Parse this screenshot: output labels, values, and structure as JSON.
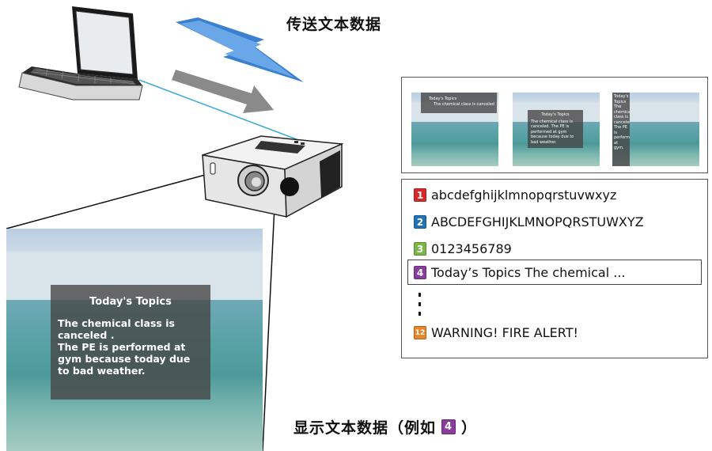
{
  "captions": {
    "send": "传送文本数据",
    "display_prefix": "显示文本数据（例如",
    "display_badge": "4",
    "display_suffix": "）"
  },
  "screen_overlay": {
    "title": "Today's Topics",
    "lines": [
      "The chemical class is",
      "canceled .",
      "The PE is performed at",
      "gym because today due",
      "to bad weather."
    ]
  },
  "thumbnails": [
    {
      "line1": "Today's Topics",
      "line2": "The chemical class is canceled"
    },
    {
      "title": "Today's Topics",
      "body": "The chemical class is canceled. The PE is performed at gym because today due to bad weather."
    },
    {
      "text": "Today's Topics The chemical class is canceled. The PE is performed at gym."
    }
  ],
  "text_list": [
    {
      "number": "1",
      "text": "abcdefghijklmnopqrstuvwxyz",
      "color": "#d42a2a"
    },
    {
      "number": "2",
      "text": "ABCDEFGHIJKLMNOPQRSTUWXYZ",
      "color": "#1f74b8"
    },
    {
      "number": "3",
      "text": "0123456789",
      "color": "#7ab648"
    },
    {
      "number": "4",
      "text": "Today’s Topics The chemical ...",
      "color": "#8a3c9c",
      "selected": true
    },
    {
      "number": "12",
      "text": "WARNING! FIRE ALERT!",
      "color": "#e8862a"
    }
  ],
  "colors": {
    "signal_arrow": "#3a7fd0",
    "grey_arrow": "#8a8a8a",
    "cable": "#3aaad8"
  }
}
